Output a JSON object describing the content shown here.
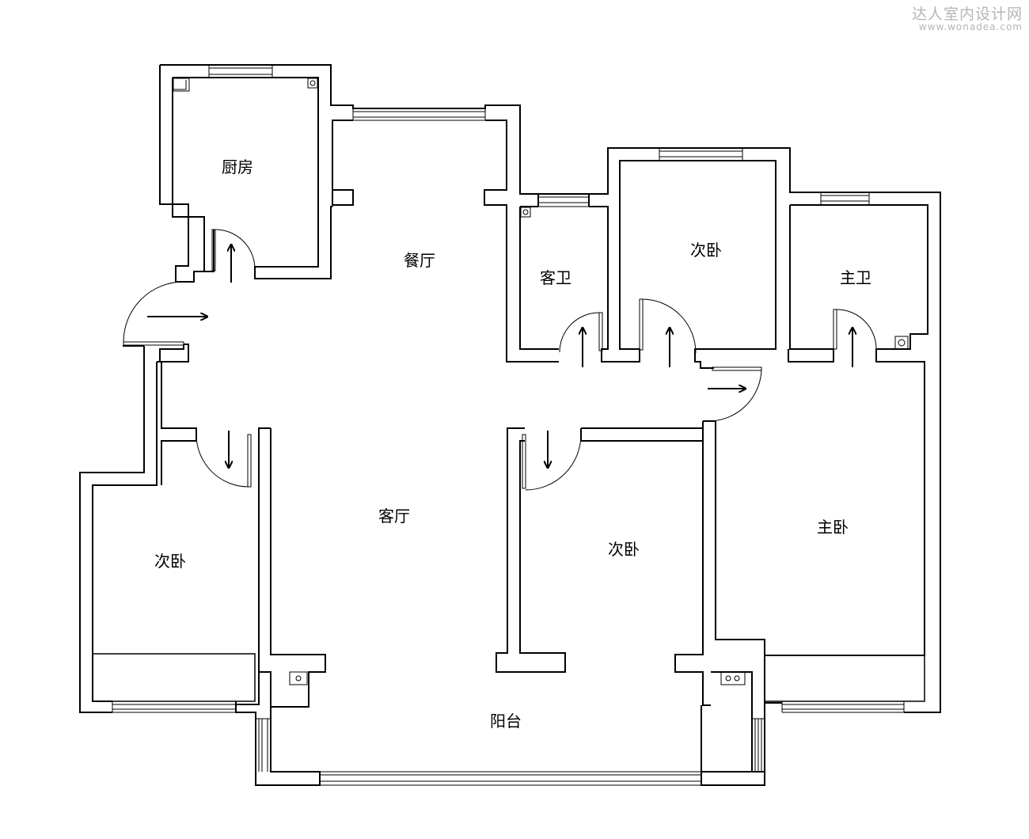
{
  "watermark": {
    "title": "达人室内设计网",
    "url": "www.wonadea.com"
  },
  "rooms": {
    "kitchen": "厨房",
    "dining": "餐厅",
    "guest_bath": "客卫",
    "bedroom_north": "次卧",
    "master_bath": "主卫",
    "living": "客厅",
    "bedroom_west": "次卧",
    "bedroom_center": "次卧",
    "master_bedroom": "主卧",
    "balcony": "阳台"
  },
  "colors": {
    "wall": "#000000",
    "background": "#ffffff",
    "watermark": "#b5b5b5"
  }
}
